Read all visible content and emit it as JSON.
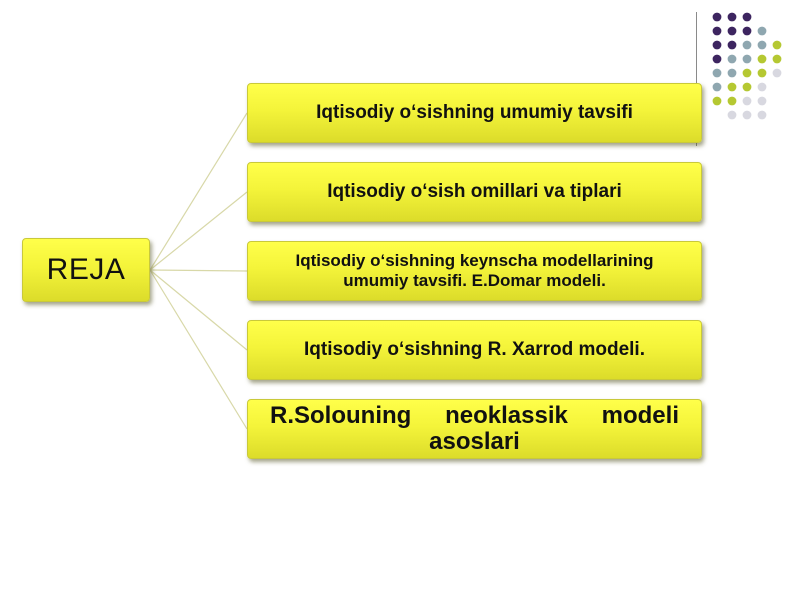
{
  "diagram": {
    "root_label": "REJA",
    "items": [
      {
        "label": "Iqtisodiy o‘sishning umumiy tavsifi"
      },
      {
        "label": "Iqtisodiy o‘sish omillari va tiplari"
      },
      {
        "label": "Iqtisodiy o‘sishning keynscha modellarining umumiy tavsifi. E.Domar modeli."
      },
      {
        "label": "Iqtisodiy o‘sishning R. Xarrod modeli."
      },
      {
        "label": "R.Solouning  neoklassik  modeli asoslari"
      }
    ]
  },
  "colors": {
    "box_fill": "#f4f43a",
    "box_border": "#c9c93a",
    "connector": "#d8d8a8",
    "dot_purple": "#3d2560",
    "dot_gray": "#8fa7b0",
    "dot_lime": "#b5c832",
    "dot_light": "#d8d8e0"
  }
}
